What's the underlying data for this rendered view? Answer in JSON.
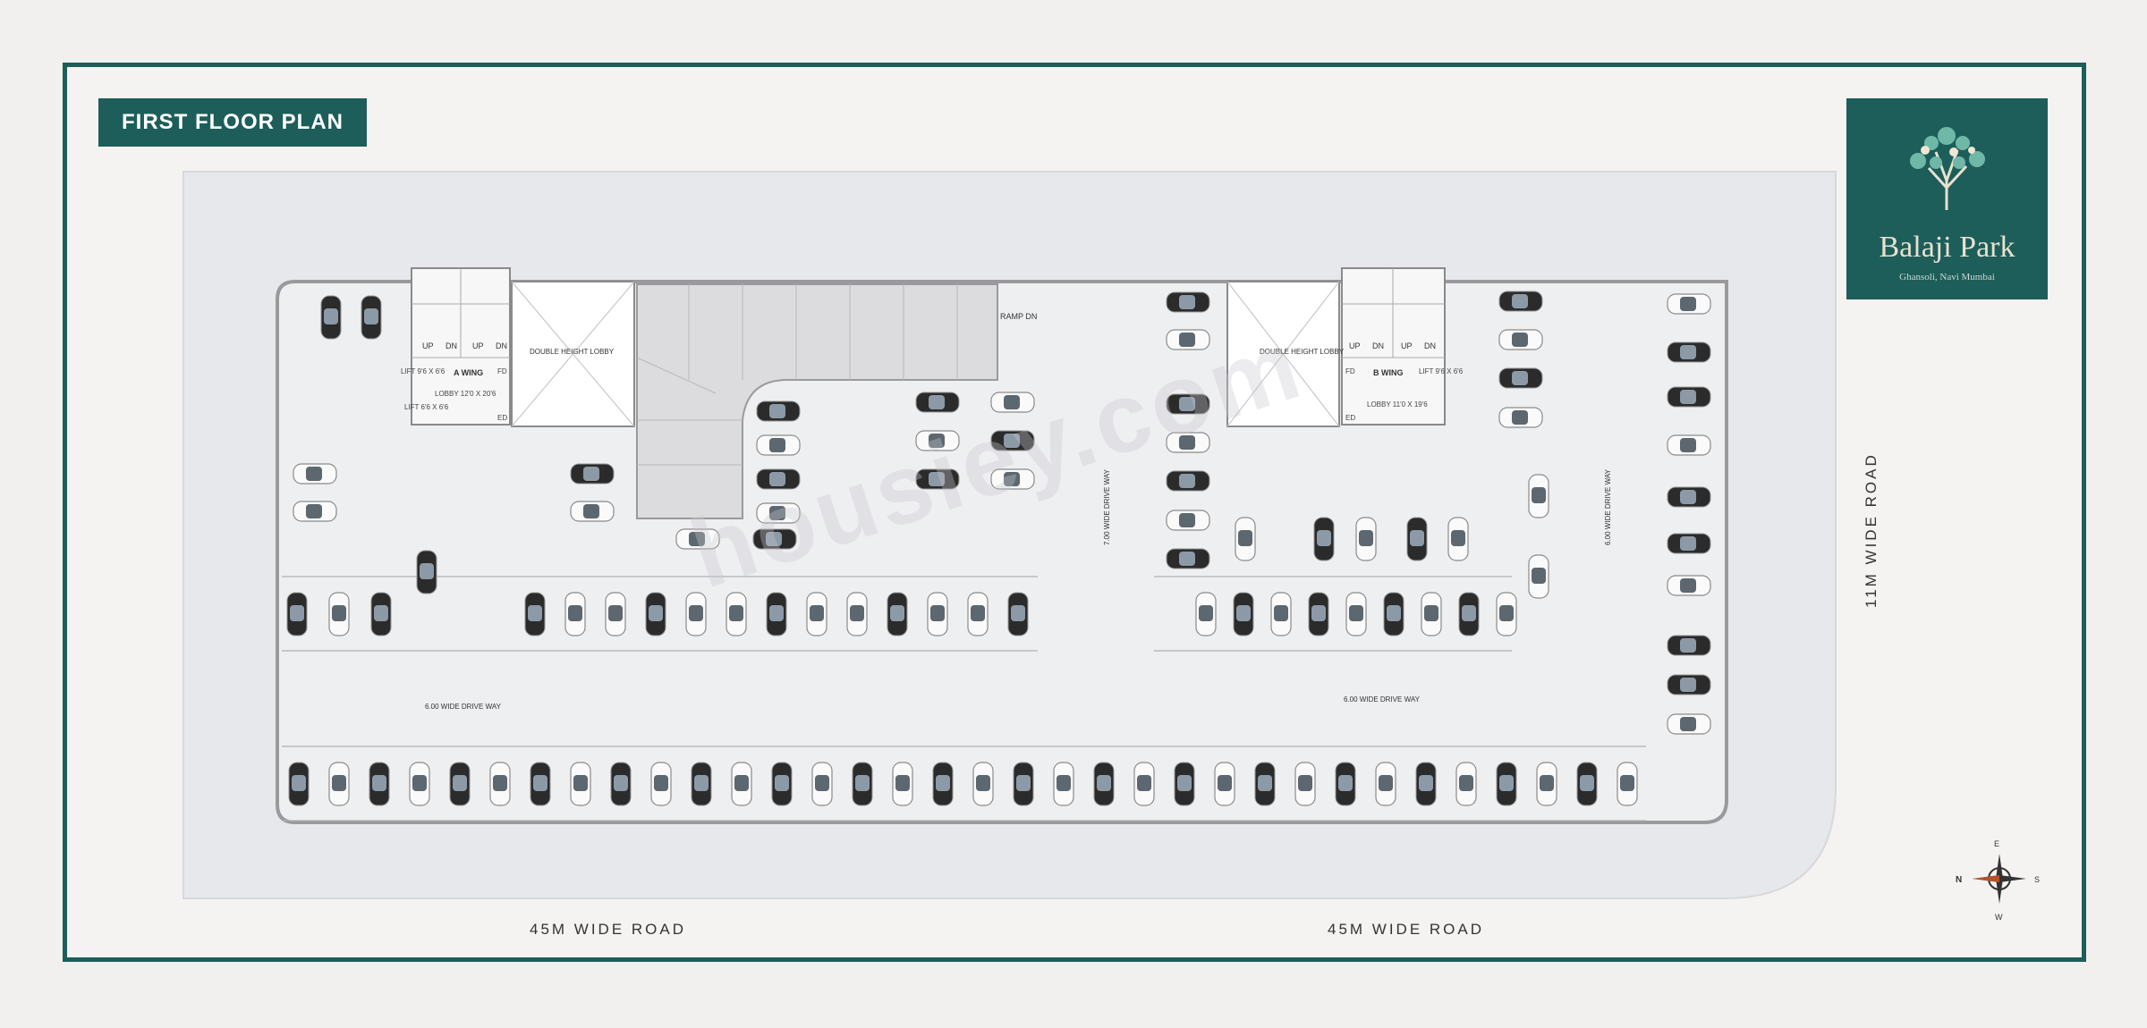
{
  "title": "FIRST FLOOR PLAN",
  "logo": {
    "brand": "Balaji Park",
    "location": "Ghansoli, Navi Mumbai"
  },
  "roads": {
    "left": "45M WIDE ROAD",
    "middle": "45M WIDE ROAD",
    "right": "11M WIDE ROAD"
  },
  "labels": {
    "ramp": "RAMP DN",
    "drive_center": "7.00 WIDE DRIVE WAY",
    "drive_right": "6.00 WIDE DRIVE WAY",
    "drive_bottom_left": "6.00 WIDE DRIVE WAY",
    "drive_bottom_right": "6.00 WIDE DRIVE WAY",
    "lobby_double": "DOUBLE HEIGHT LOBBY",
    "a_wing": "A WING",
    "b_wing": "B WING",
    "lift_big": "LIFT 9'6 X 6'6",
    "lift_small": "LIFT 6'6 X 6'6",
    "lobby_a": "LOBBY 12'0 X 20'6",
    "lobby_b": "LOBBY 11'0 X 19'6",
    "up": "UP",
    "dn": "DN",
    "fd": "FD",
    "ed": "ED"
  },
  "watermark": "housiey.com",
  "compass": {
    "n": "N",
    "s": "S",
    "e": "E",
    "w": "W"
  },
  "colors": {
    "brand": "#1d5e5a",
    "frame": "#1d5e5a",
    "site": "#e9eaed"
  }
}
